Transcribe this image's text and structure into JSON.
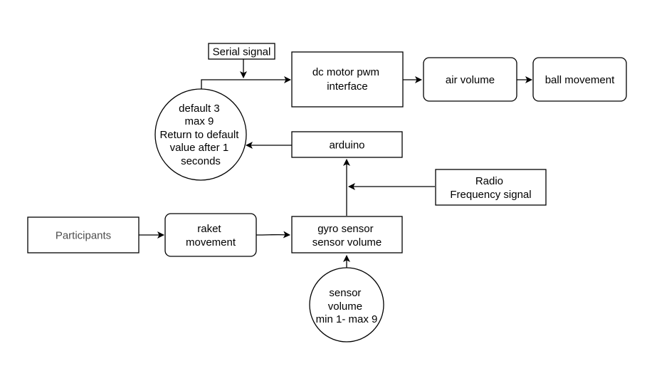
{
  "nodes": {
    "serial_signal": {
      "lines": [
        "Serial signal"
      ]
    },
    "dc_motor": {
      "lines": [
        "dc motor pwm",
        "interface"
      ]
    },
    "air_volume": {
      "lines": [
        "air volume"
      ]
    },
    "ball_movement": {
      "lines": [
        "ball movement"
      ]
    },
    "default_circle": {
      "lines": [
        "default 3",
        "max 9",
        "Return to default",
        "value after 1",
        "seconds"
      ]
    },
    "arduino": {
      "lines": [
        "arduino"
      ]
    },
    "radio": {
      "lines": [
        "Radio",
        "Frequency signal"
      ]
    },
    "participants": {
      "lines": [
        "Participants"
      ]
    },
    "raket": {
      "lines": [
        "raket",
        "movement"
      ]
    },
    "gyro": {
      "lines": [
        "gyro sensor",
        "sensor volume"
      ]
    },
    "sensor_circle": {
      "lines": [
        "sensor",
        "volume",
        "min 1- max 9"
      ]
    }
  }
}
